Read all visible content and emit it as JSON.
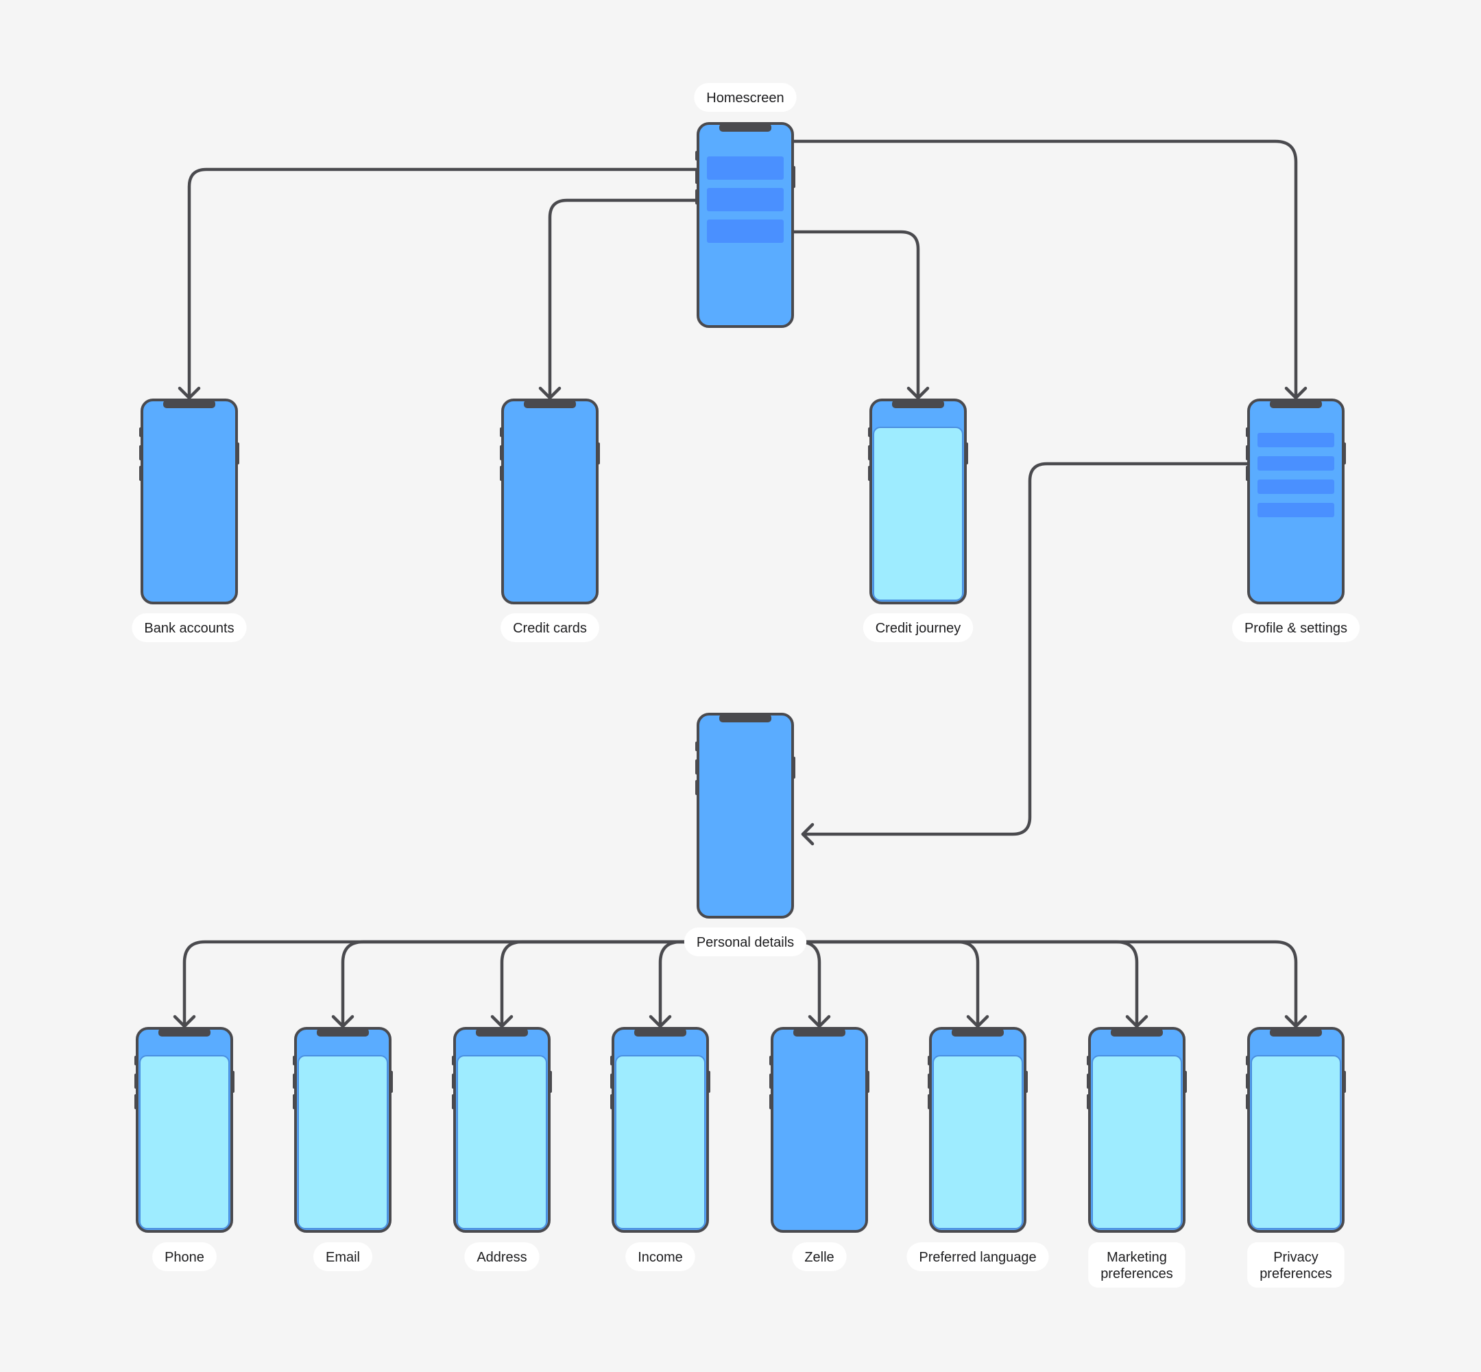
{
  "diagram": {
    "title": "",
    "colors": {
      "background": "#f5f5f5",
      "phone_fill": "#5aacff",
      "phone_outline": "#4a4a4e",
      "light_screen": "#9eecff",
      "row_block": "#4a90ff",
      "label_background": "#ffffff"
    },
    "screens": {
      "homescreen": {
        "label": [
          "Homescreen"
        ],
        "style": "menu",
        "rows": 3
      },
      "bank_accounts": {
        "label": [
          "Bank accounts"
        ],
        "style": "plain"
      },
      "credit_cards": {
        "label": [
          "Credit cards"
        ],
        "style": "plain"
      },
      "credit_journey": {
        "label": [
          "Credit journey"
        ],
        "style": "light"
      },
      "profile_settings": {
        "label": [
          "Profile & settings"
        ],
        "style": "menu",
        "rows": 4
      },
      "personal_details": {
        "label": [
          "Personal details"
        ],
        "style": "plain"
      },
      "phone": {
        "label": [
          "Phone"
        ],
        "style": "light"
      },
      "email": {
        "label": [
          "Email"
        ],
        "style": "light"
      },
      "address": {
        "label": [
          "Address"
        ],
        "style": "light"
      },
      "income": {
        "label": [
          "Income"
        ],
        "style": "light"
      },
      "zelle": {
        "label": [
          "Zelle"
        ],
        "style": "plain"
      },
      "preferred_language": {
        "label": [
          "Preferred language"
        ],
        "style": "light"
      },
      "marketing_preferences": {
        "label": [
          "Marketing",
          "preferences"
        ],
        "style": "light"
      },
      "privacy_preferences": {
        "label": [
          "Privacy",
          "preferences"
        ],
        "style": "light"
      }
    },
    "connections": [
      {
        "from": "homescreen",
        "to": "bank_accounts"
      },
      {
        "from": "homescreen",
        "to": "credit_cards"
      },
      {
        "from": "homescreen",
        "to": "credit_journey"
      },
      {
        "from": "homescreen",
        "to": "profile_settings"
      },
      {
        "from": "profile_settings",
        "to": "personal_details"
      },
      {
        "from": "personal_details",
        "to": "phone"
      },
      {
        "from": "personal_details",
        "to": "email"
      },
      {
        "from": "personal_details",
        "to": "address"
      },
      {
        "from": "personal_details",
        "to": "income"
      },
      {
        "from": "personal_details",
        "to": "zelle"
      },
      {
        "from": "personal_details",
        "to": "preferred_language"
      },
      {
        "from": "personal_details",
        "to": "marketing_preferences"
      },
      {
        "from": "personal_details",
        "to": "privacy_preferences"
      }
    ]
  }
}
